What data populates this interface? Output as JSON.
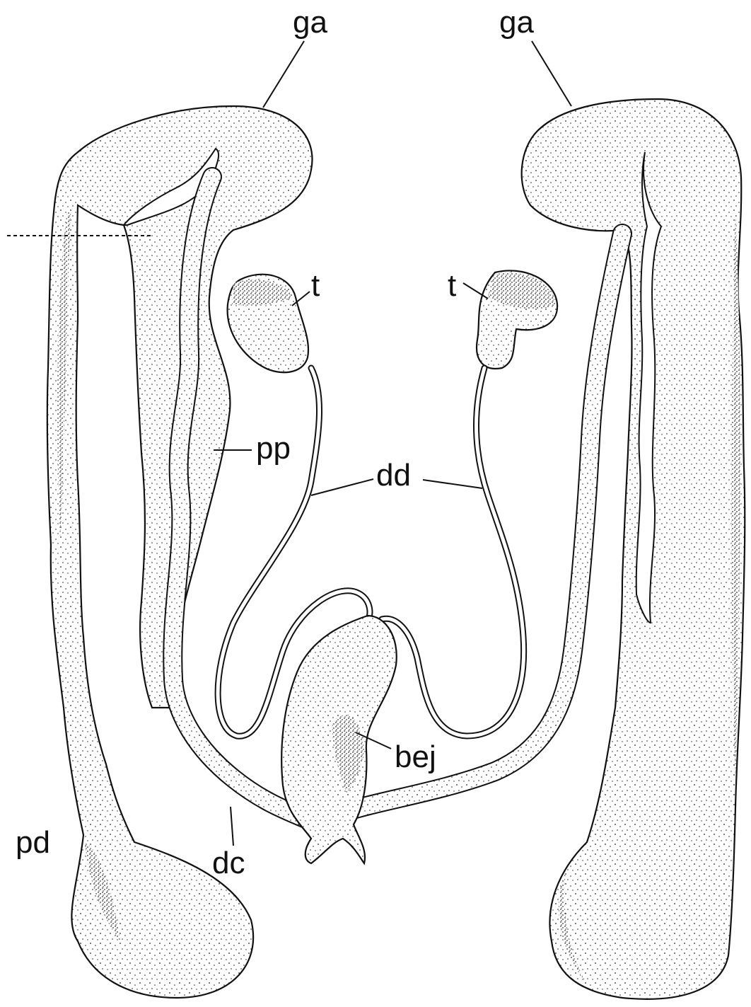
{
  "labels": {
    "ga_left": "ga",
    "ga_right": "ga",
    "t_left": "t",
    "t_right": "t",
    "pp": "pp",
    "dd": "dd",
    "bej": "bej",
    "pd": "pd",
    "dc": "dc"
  }
}
